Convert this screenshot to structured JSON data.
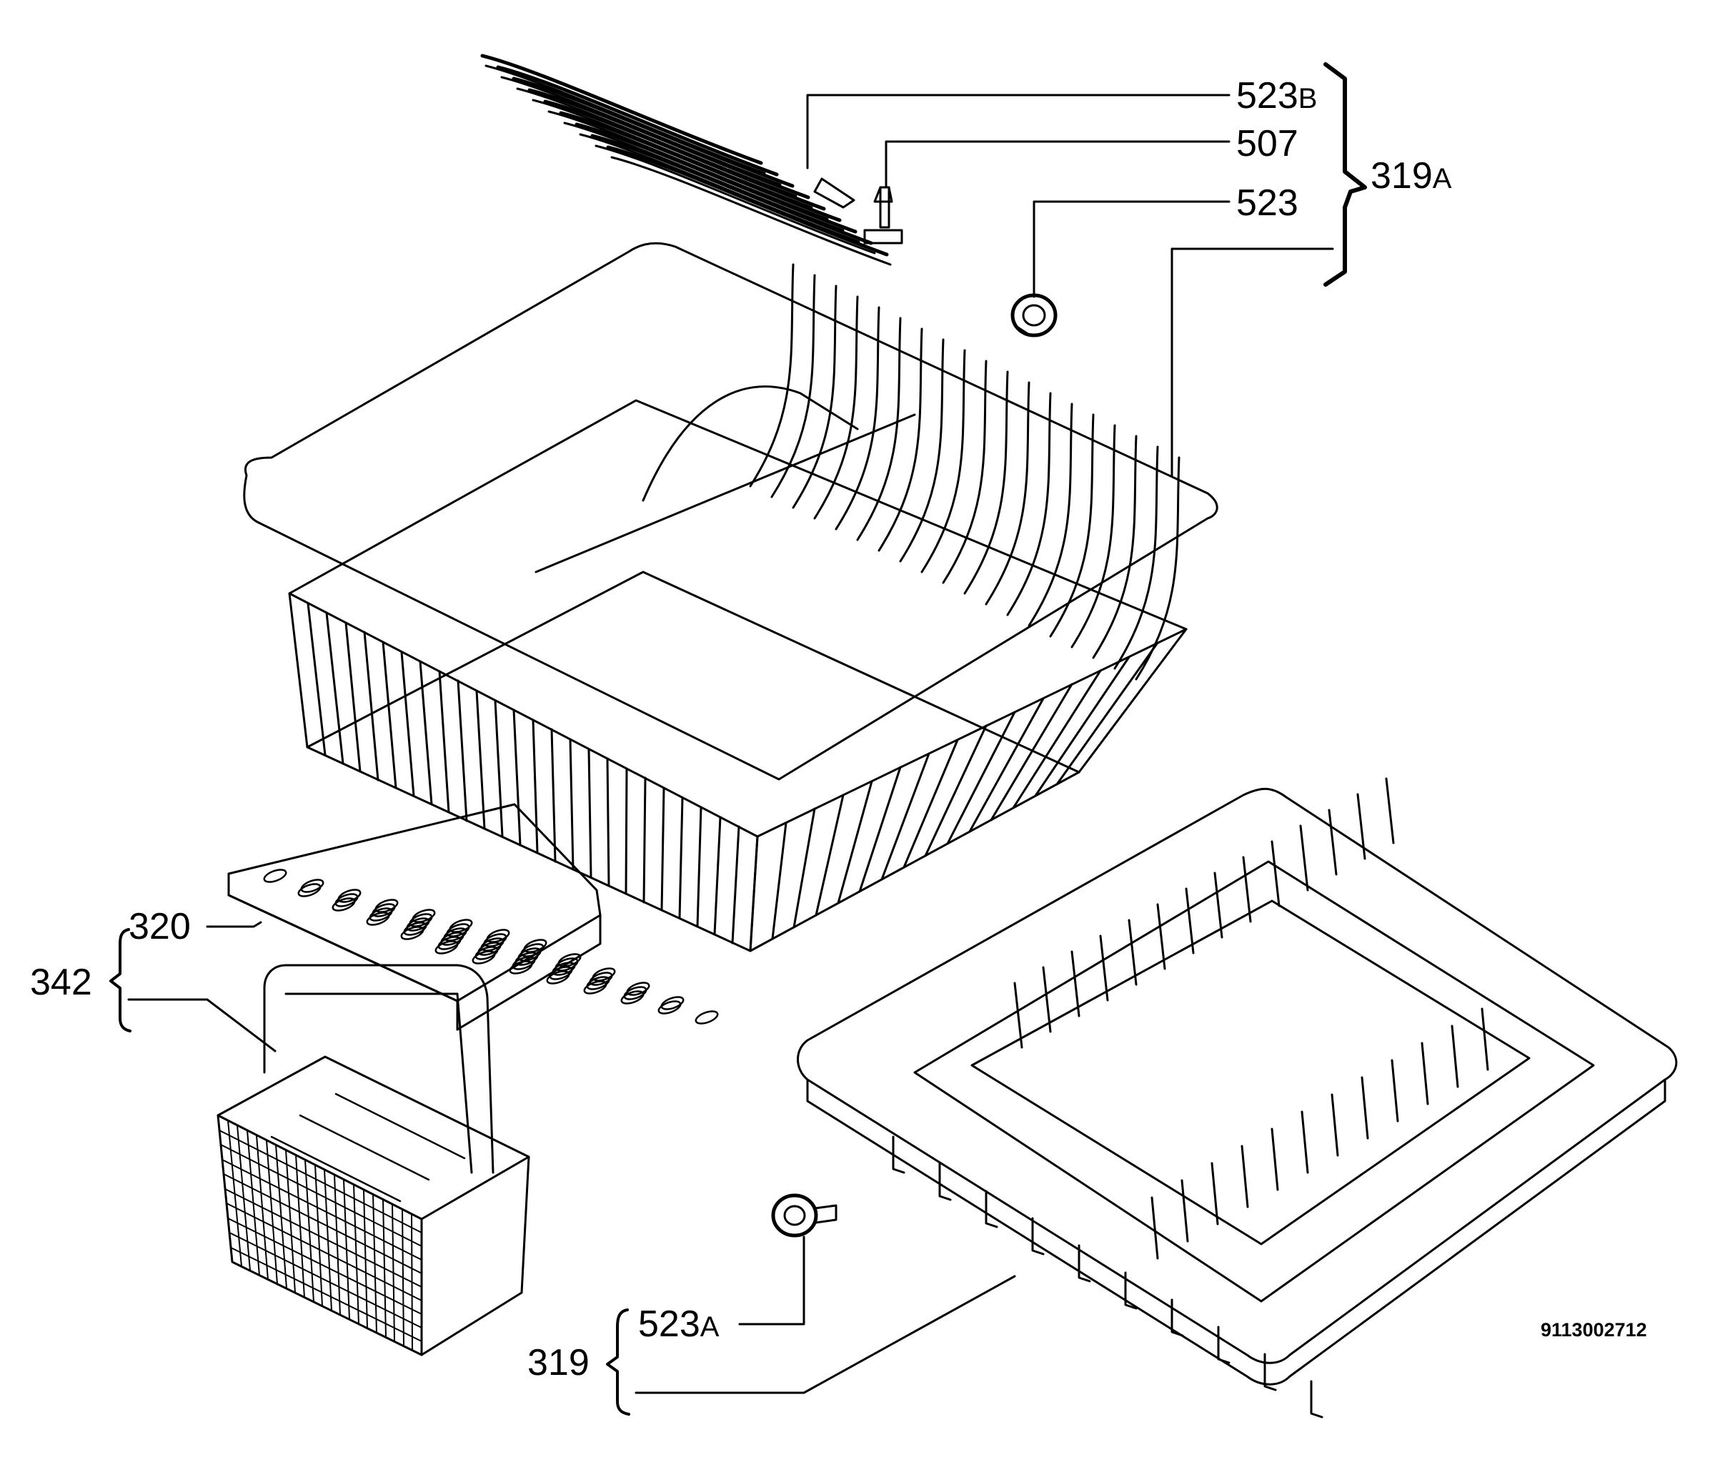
{
  "document_number": "9113002712",
  "callouts": {
    "c523b": {
      "num": "523",
      "suffix": "B"
    },
    "c507": {
      "num": "507",
      "suffix": ""
    },
    "c523": {
      "num": "523",
      "suffix": ""
    },
    "c319a": {
      "num": "319",
      "suffix": "A"
    },
    "c342": {
      "num": "342",
      "suffix": ""
    },
    "c320": {
      "num": "320",
      "suffix": ""
    },
    "c523a": {
      "num": "523",
      "suffix": "A"
    },
    "c319": {
      "num": "319",
      "suffix": ""
    }
  },
  "colors": {
    "line": "#000000",
    "background": "#ffffff"
  }
}
